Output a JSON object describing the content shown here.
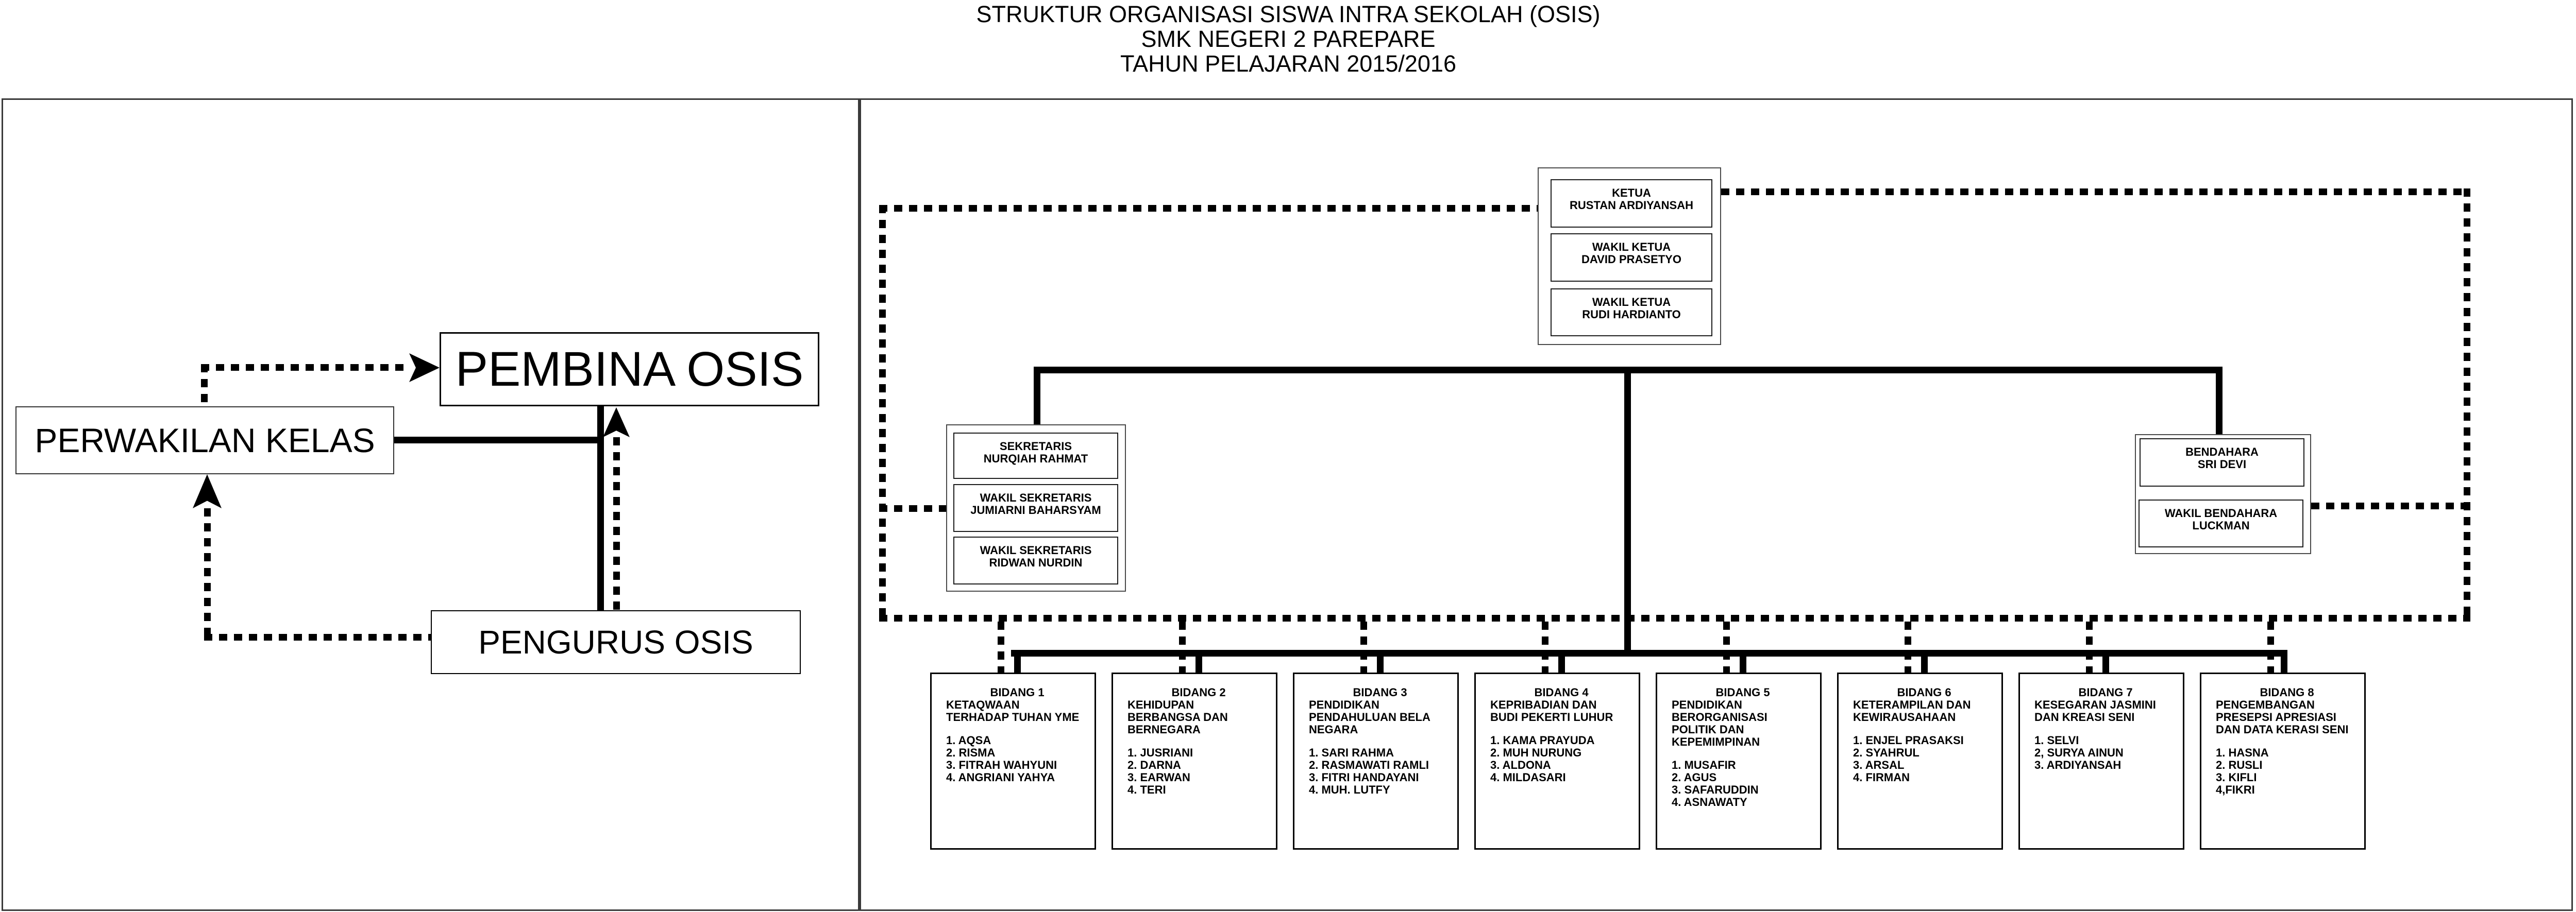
{
  "title": {
    "line1": "STRUKTUR ORGANISASI SISWA INTRA SEKOLAH (OSIS)",
    "line2": "SMK NEGERI 2 PAREPARE",
    "line3": "TAHUN PELAJARAN 2015/2016"
  },
  "left_panel": {
    "pembina": "PEMBINA OSIS",
    "perwakilan": "PERWAKILAN KELAS",
    "pengurus": "PENGURUS OSIS"
  },
  "org": {
    "leadership": [
      {
        "role": "KETUA",
        "name": "RUSTAN ARDIYANSAH"
      },
      {
        "role": "WAKIL KETUA",
        "name": "DAVID PRASETYO"
      },
      {
        "role": "WAKIL KETUA",
        "name": "RUDI HARDIANTO"
      }
    ],
    "secretariat": [
      {
        "role": "SEKRETARIS",
        "name": "NURQIAH RAHMAT"
      },
      {
        "role": "WAKIL SEKRETARIS",
        "name": "JUMIARNI BAHARSYAM"
      },
      {
        "role": "WAKIL SEKRETARIS",
        "name": "RIDWAN NURDIN"
      }
    ],
    "treasury": [
      {
        "role": "BENDAHARA",
        "name": "SRI DEVI"
      },
      {
        "role": "WAKIL BENDAHARA",
        "name": "LUCKMAN"
      }
    ],
    "bidang": [
      {
        "title": "BIDANG 1",
        "desc": [
          "KETAQWAAN",
          "TERHADAP TUHAN YME"
        ],
        "members": [
          "1. AQSA",
          "2. RISMA",
          "3. FITRAH WAHYUNI",
          "4. ANGRIANI YAHYA"
        ]
      },
      {
        "title": "BIDANG 2",
        "desc": [
          "KEHIDUPAN",
          "BERBANGSA DAN",
          "BERNEGARA"
        ],
        "members": [
          "1. JUSRIANI",
          "2. DARNA",
          "3. EARWAN",
          "4. TERI"
        ]
      },
      {
        "title": "BIDANG 3",
        "desc": [
          "PENDIDIKAN",
          "PENDAHULUAN BELA",
          "NEGARA"
        ],
        "members": [
          "1. SARI RAHMA",
          "2. RASMAWATI RAMLI",
          "3. FITRI HANDAYANI",
          "4. MUH. LUTFY"
        ]
      },
      {
        "title": "BIDANG 4",
        "desc": [
          "KEPRIBADIAN DAN",
          "BUDI PEKERTI LUHUR"
        ],
        "members": [
          "1. KAMA PRAYUDA",
          "2. MUH NURUNG",
          "3. ALDONA",
          "4. MILDASARI"
        ]
      },
      {
        "title": "BIDANG 5",
        "desc": [
          "PENDIDIKAN",
          "BERORGANISASI",
          "POLITIK DAN",
          "KEPEMIMPINAN"
        ],
        "members": [
          "1. MUSAFIR",
          "2. AGUS",
          "3. SAFARUDDIN",
          "4. ASNAWATY"
        ]
      },
      {
        "title": "BIDANG 6",
        "desc": [
          "KETERAMPILAN DAN",
          "KEWIRAUSAHAAN"
        ],
        "members": [
          "1. ENJEL PRASAKSI",
          "2. SYAHRUL",
          "3. ARSAL",
          "4. FIRMAN"
        ]
      },
      {
        "title": "BIDANG 7",
        "desc": [
          "KESEGARAN JASMINI",
          "DAN KREASI SENI"
        ],
        "members": [
          "1. SELVI",
          "2, SURYA AINUN",
          "3. ARDIYANSAH"
        ]
      },
      {
        "title": "BIDANG 8",
        "desc": [
          "PENGEMBANGAN",
          "PRESEPSI APRESIASI",
          "DAN DATA KERASI SENI"
        ],
        "members": [
          "1. HASNA",
          "2. RUSLI",
          "3. KIFLI",
          "4,FIKRI"
        ]
      }
    ]
  },
  "colors": {
    "line": "#000000",
    "background": "#ffffff"
  }
}
